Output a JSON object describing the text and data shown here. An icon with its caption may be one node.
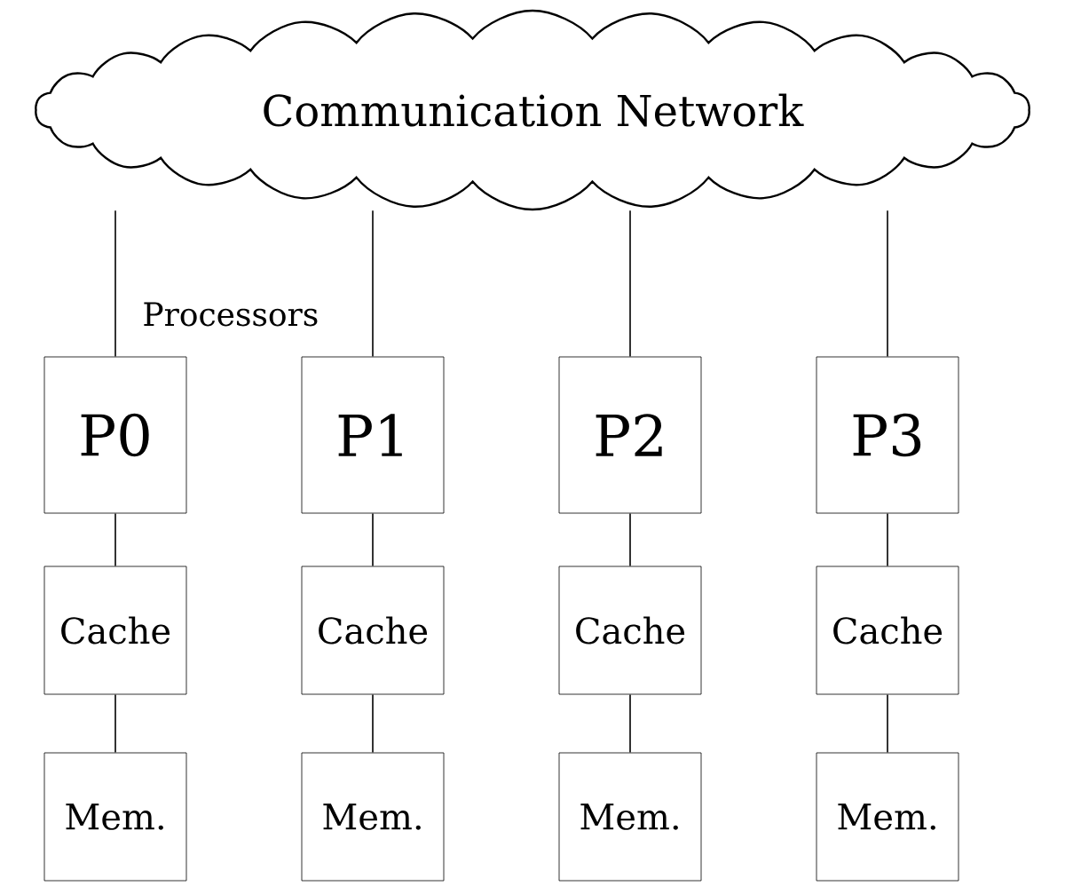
{
  "diagram": {
    "nodes": [
      {
        "text": [
          "Communication Network"
        ]
      },
      {
        "text": [
          "P0"
        ]
      },
      {
        "text": [
          "P1"
        ]
      },
      {
        "text": [
          "P2"
        ]
      },
      {
        "text": [
          "P3"
        ]
      },
      {
        "text": [
          "Cache"
        ]
      },
      {
        "text": [
          "Cache"
        ]
      },
      {
        "text": [
          "Cache"
        ]
      },
      {
        "text": [
          "Cache"
        ]
      },
      {
        "text": [
          "Mem."
        ]
      },
      {
        "text": [
          "Mem."
        ]
      },
      {
        "text": [
          "Mem."
        ]
      },
      {
        "text": [
          "Mem."
        ]
      }
    ],
    "edges": [
      {
        "from": 0,
        "to": 1,
        "arrow": "none"
      },
      {
        "from": 0,
        "to": 2,
        "arrow": "none"
      },
      {
        "from": 0,
        "to": 3,
        "arrow": "none"
      },
      {
        "from": 0,
        "to": 4,
        "arrow": "none"
      },
      {
        "from": 1,
        "to": 5,
        "arrow": "none"
      },
      {
        "from": 2,
        "to": 6,
        "arrow": "none"
      },
      {
        "from": 3,
        "to": 7,
        "arrow": "none"
      },
      {
        "from": 4,
        "to": 8,
        "arrow": "none"
      },
      {
        "from": 5,
        "to": 9,
        "arrow": "none"
      },
      {
        "from": 6,
        "to": 10,
        "arrow": "none"
      },
      {
        "from": 7,
        "to": 11,
        "arrow": "none"
      },
      {
        "from": 8,
        "to": 12,
        "arrow": "none"
      }
    ],
    "labels": [
      "Processors"
    ]
  }
}
